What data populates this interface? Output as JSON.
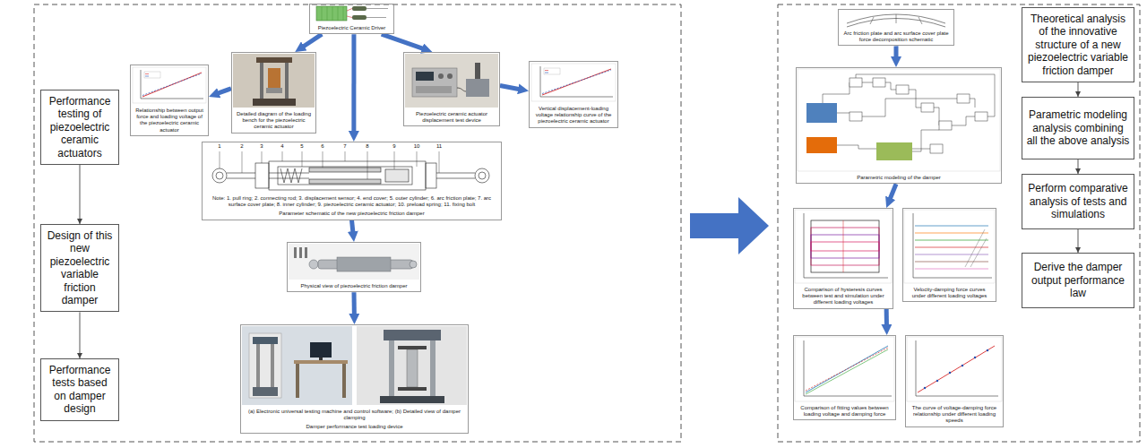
{
  "diagram": {
    "nodes": [
      {
        "text": [
          "Performance testing of piezoelectric ceramic actuators"
        ]
      },
      {
        "text": [
          "Design of this new piezoelectric variable friction damper"
        ]
      },
      {
        "text": [
          "Performance tests based on damper design"
        ]
      },
      {
        "text": [
          "Piezoelectric Ceramic Driver"
        ]
      },
      {
        "text": [
          "Relationship between output force and loading voltage of the piezoelectric ceramic actuator"
        ]
      },
      {
        "text": [
          "Detailed diagram of the loading bench for the piezoelectric ceramic actuator"
        ]
      },
      {
        "text": [
          "Piezoelectric ceramic actuator displacement test device"
        ]
      },
      {
        "text": [
          "Vertical displacement-loading voltage relationship curve of the piezoelectric ceramic actuator"
        ]
      },
      {
        "text": [
          "Note: 1. pull ring; 2. connecting rod; 3. displacement sensor; 4. end cover; 5. outer cylinder; 6. arc friction plate; 7. arc surface cover plate; 8. inner cylinder; 9. piezoelectric ceramic actuator; 10. preload spring; 11. fixing bolt",
          "Parameter schematic of the new piezoelectric friction damper"
        ]
      },
      {
        "text": [
          "Physical view of piezoelectric friction damper"
        ]
      },
      {
        "text": [
          "(a) Electronic universal testing machine and control software; (b) Detailed view of damper clamping",
          "Damper performance test loading device"
        ]
      },
      {
        "text": [
          "Arc friction plate and arc surface cover plate force decomposition schematic"
        ]
      },
      {
        "text": [
          "Parametric modeling of the damper"
        ]
      },
      {
        "text": [
          "Comparison of hysteresis curves between test and simulation under different loading voltages"
        ]
      },
      {
        "text": [
          "Velocity-damping force curves under different loading voltages"
        ]
      },
      {
        "text": [
          "Comparison of fitting values between loading voltage and damping force"
        ]
      },
      {
        "text": [
          "The curve of voltage-damping force relationship under different loading speeds"
        ]
      },
      {
        "text": [
          "Theoretical analysis of the innovative structure of a new piezoelectric variable friction damper"
        ]
      },
      {
        "text": [
          "Parametric modeling analysis combining all the above analysis"
        ]
      },
      {
        "text": [
          "Perform comparative analysis of tests and simulations"
        ]
      },
      {
        "text": [
          "Derive the damper output performance law"
        ]
      }
    ],
    "edges": [
      {
        "from": 0,
        "to": 1,
        "arrow": "to"
      },
      {
        "from": 1,
        "to": 2,
        "arrow": "to"
      },
      {
        "from": 3,
        "to": 5,
        "arrow": "to"
      },
      {
        "from": 3,
        "to": 6,
        "arrow": "to"
      },
      {
        "from": 5,
        "to": 4,
        "arrow": "to"
      },
      {
        "from": 6,
        "to": 7,
        "arrow": "to"
      },
      {
        "from": 3,
        "to": 8,
        "arrow": "to"
      },
      {
        "from": 8,
        "to": 9,
        "arrow": "to"
      },
      {
        "from": 9,
        "to": 10,
        "arrow": "to"
      },
      {
        "from": 11,
        "to": 12,
        "arrow": "to"
      },
      {
        "from": 12,
        "to": 13,
        "arrow": "to"
      },
      {
        "from": 13,
        "to": 15,
        "arrow": "to"
      },
      {
        "from": 17,
        "to": 18,
        "arrow": "to"
      },
      {
        "from": 18,
        "to": 19,
        "arrow": "to"
      },
      {
        "from": 19,
        "to": 20,
        "arrow": "to"
      }
    ],
    "labels": [
      "1",
      "2",
      "3",
      "4",
      "5",
      "6",
      "7",
      "8",
      "9",
      "10",
      "11"
    ]
  }
}
